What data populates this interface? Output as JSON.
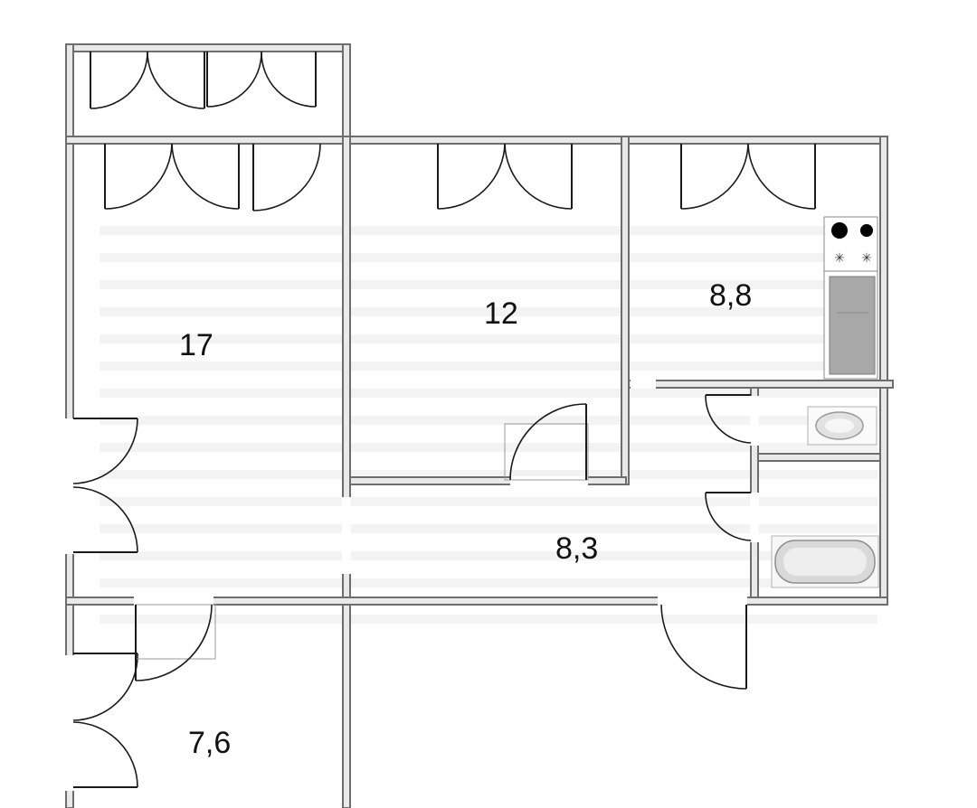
{
  "rooms": [
    {
      "id": "room-17",
      "area_label": "17"
    },
    {
      "id": "room-12",
      "area_label": "12"
    },
    {
      "id": "kitchen",
      "area_label": "8,8"
    },
    {
      "id": "hall",
      "area_label": "8,3"
    },
    {
      "id": "room-7-6",
      "area_label": "7,6"
    }
  ],
  "fixtures": {
    "stove_icon": "stove-icon",
    "sink_icon": "sink-icon",
    "toilet_basin_icon": "washbasin-icon",
    "bathtub_icon": "bathtub-icon"
  },
  "colors": {
    "wall_fill": "#e9e9e9",
    "wall_stroke": "#6d6d6d",
    "lines": "#1a1a1a"
  }
}
